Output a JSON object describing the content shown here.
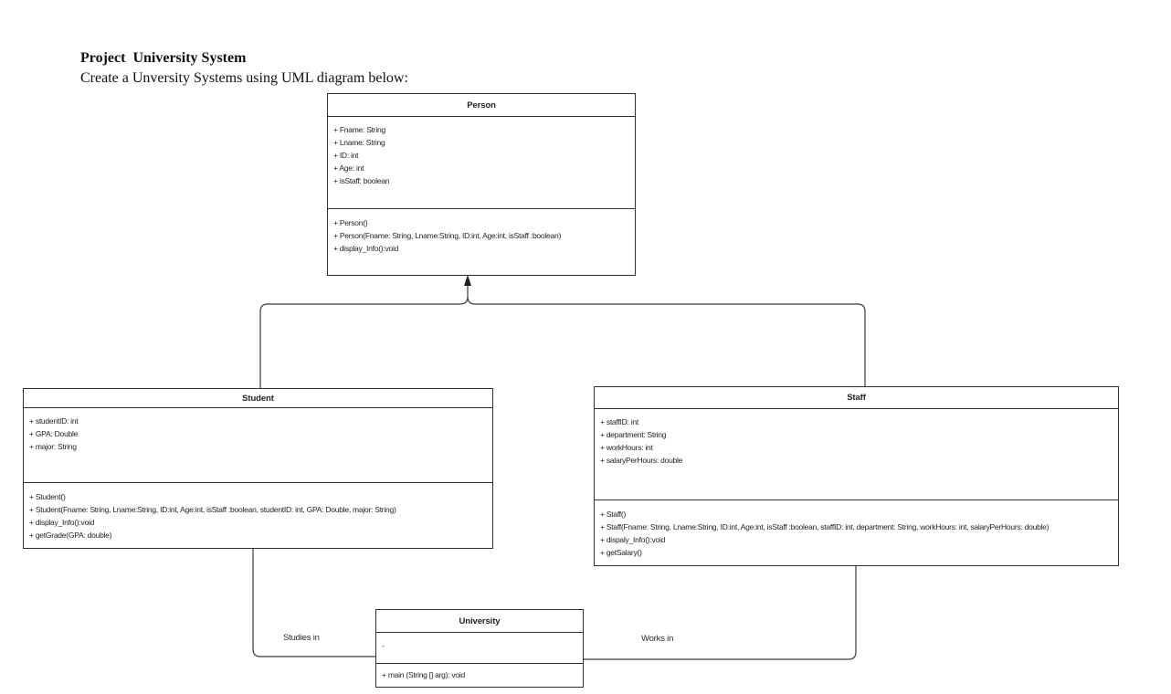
{
  "header": {
    "title": "Project  University System",
    "subtitle": "Create a Unversity Systems using UML diagram below:"
  },
  "classes": {
    "person": {
      "name": "Person",
      "attributes": [
        "+ Fname: String",
        "+ Lname: String",
        "+ ID: int",
        "+ Age: int",
        "+ isStaff: boolean"
      ],
      "methods": [
        "+ Person()",
        "+ Person(Fname: String, Lname:String, ID:int, Age:int, isStaff :boolean)",
        "+ display_Info():void"
      ]
    },
    "student": {
      "name": "Student",
      "attributes": [
        "+ studentID: int",
        "+ GPA: Double",
        "+ major: String"
      ],
      "methods": [
        "+ Student()",
        "+ Student(Fname: String, Lname:String, ID:int, Age:int, isStaff :boolean, studentID: int, GPA: Double, major: String)",
        "+ display_Info():void",
        "+ getGrade(GPA: double)"
      ]
    },
    "staff": {
      "name": "Staff",
      "attributes": [
        "+ staffID: int",
        "+ department: String",
        "+ workHours: int",
        "+ salaryPerHours: double"
      ],
      "methods": [
        "+ Staff()",
        "+ Staff(Fname: String, Lname:String, ID:int, Age:int, isStaff :boolean, staffID: int, department: String, workHours: int, salaryPerHours: double)",
        "+ dispaly_Info():void",
        "+ getSalary()"
      ]
    },
    "university": {
      "name": "University",
      "attributes": [
        "-"
      ],
      "methods": [
        "+ main (String [] arg): void"
      ]
    }
  },
  "relationships": {
    "studies_in_label": "Studies in",
    "works_in_label": "Works in"
  },
  "colors": {
    "background": "#ffffff",
    "border": "#2f2f2f",
    "text": "#1f1f1f",
    "connector": "#3a3a3a"
  }
}
